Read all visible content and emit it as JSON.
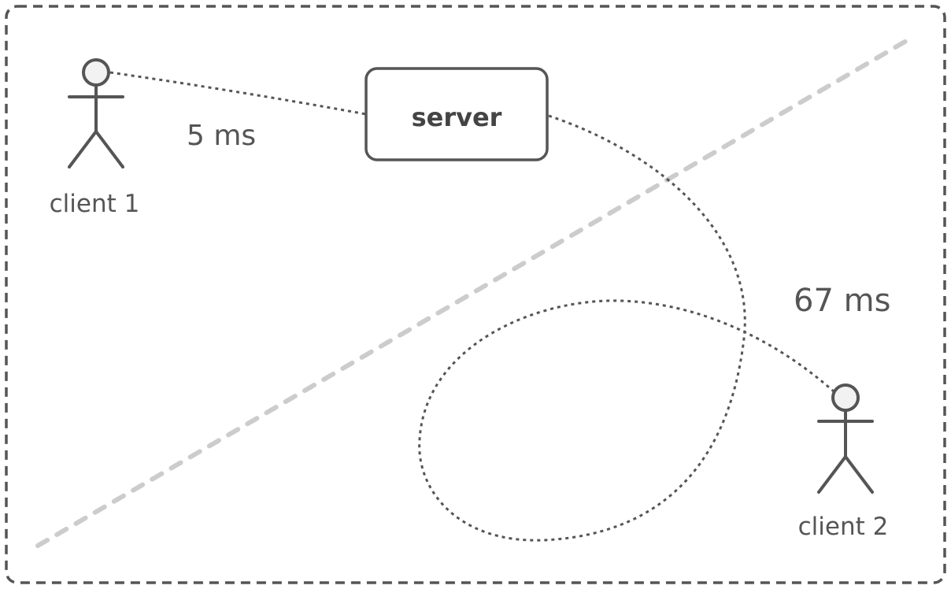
{
  "server": {
    "label": "server"
  },
  "client1": {
    "label": "client 1"
  },
  "client2": {
    "label": "client 2"
  },
  "latency1": {
    "label": "5 ms"
  },
  "latency2": {
    "label": "67 ms"
  },
  "colors": {
    "ink": "#555555",
    "head_fill": "#f2f2f2",
    "divider": "#cccccc"
  }
}
